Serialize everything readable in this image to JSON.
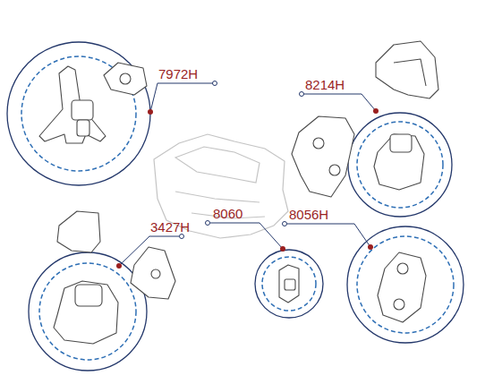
{
  "diagram": {
    "labels": [
      "7972H",
      "8214H",
      "3427H",
      "8060",
      "8056H"
    ]
  }
}
